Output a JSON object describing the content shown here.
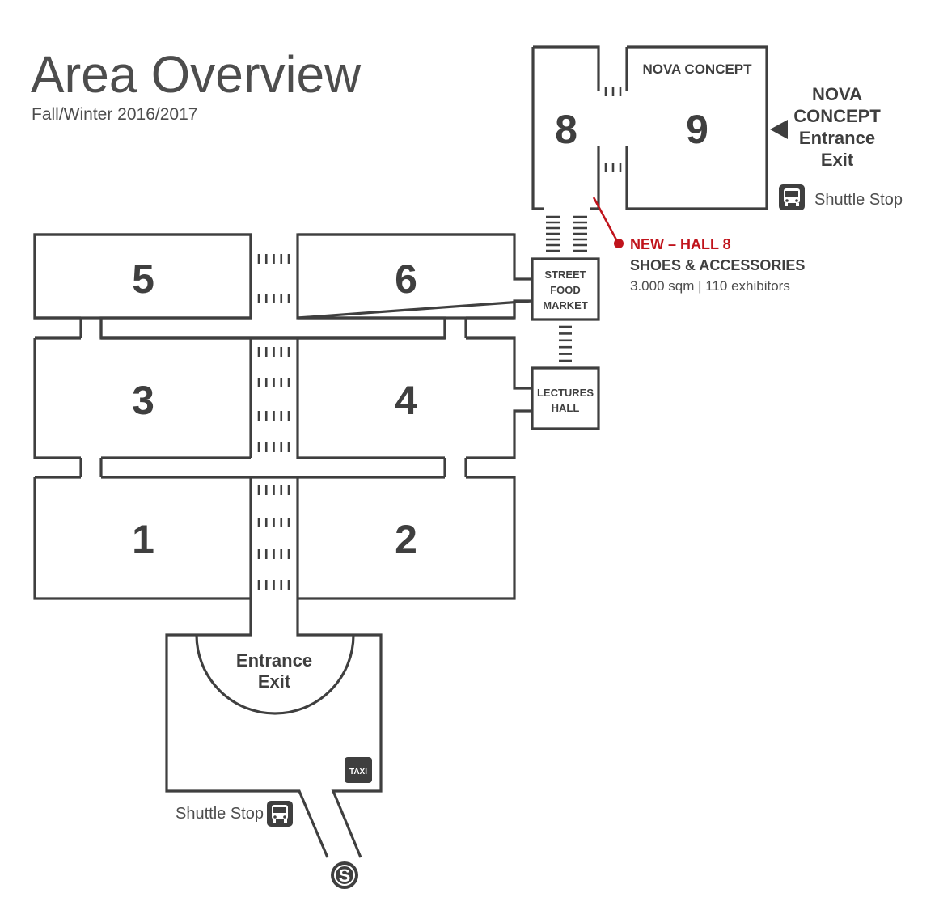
{
  "header": {
    "title": "Area Overview",
    "subtitle": "Fall/Winter 2016/2017"
  },
  "halls": {
    "h1": "1",
    "h2": "2",
    "h3": "3",
    "h4": "4",
    "h5": "5",
    "h6": "6",
    "h8": "8",
    "h9": "9"
  },
  "venues": {
    "street_food": [
      "STREET",
      "FOOD",
      "MARKET"
    ],
    "lectures": [
      "LECTURES",
      "HALL"
    ],
    "nova_concept_hall": "NOVA CONCEPT"
  },
  "entrances": {
    "main": [
      "Entrance",
      "Exit"
    ],
    "nova": [
      "NOVA",
      "CONCEPT",
      "Entrance",
      "Exit"
    ]
  },
  "transport": {
    "shuttle_stop_east": "Shuttle Stop",
    "shuttle_stop_south": "Shuttle Stop",
    "taxi": "TAXI",
    "s_bahn": "S"
  },
  "callout": {
    "headline": "NEW – HALL 8",
    "category": "SHOES & ACCESSORIES",
    "details": "3.000 sqm | 110 exhibitors"
  },
  "colors": {
    "walls": "#3f3f3f",
    "text": "#4d4d4d",
    "accent_red": "#c0141c",
    "background": "#ffffff"
  },
  "icons": {
    "shuttle": "bus-icon",
    "taxi": "taxi-icon",
    "s_bahn": "s-bahn-icon",
    "nova_arrow": "arrow-left-icon"
  }
}
